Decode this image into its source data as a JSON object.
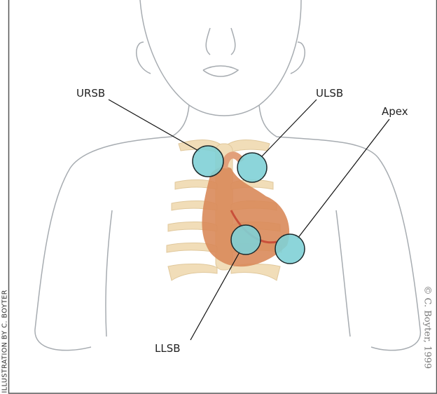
{
  "labels": {
    "ursb": "URSB",
    "ulsb": "ULSB",
    "apex": "Apex",
    "llsb": "LLSB"
  },
  "credit": "ILLUSTRATION BY C. BOYTER",
  "copyright": "© C. Boyter, 1999",
  "colors": {
    "marker": "#7fd0d6",
    "bone": "#f1ddb8",
    "heart": "#d98a5a",
    "outline": "#9aa0a6"
  }
}
